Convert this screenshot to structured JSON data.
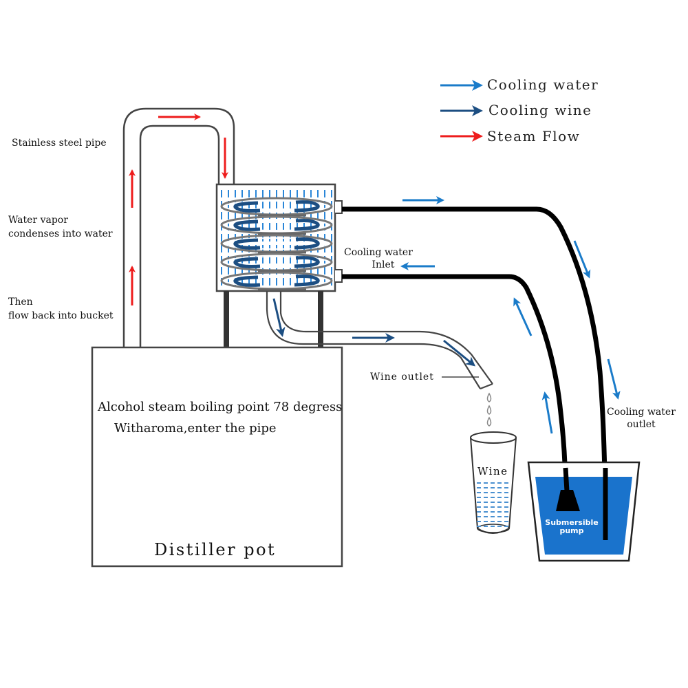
{
  "legend": {
    "items": [
      {
        "label": "Cooling water",
        "color": "#1a7bc9"
      },
      {
        "label": "Cooling wine",
        "color": "#1c4e82"
      },
      {
        "label": "Steam Flow",
        "color": "#ee1c1c"
      }
    ]
  },
  "labels": {
    "stainless_pipe": "Stainless steel pipe",
    "vapor_line1": "Water vapor",
    "vapor_line2": "condenses into water",
    "then_line1": "Then",
    "then_line2": "flow back into bucket",
    "inlet_line1": "Cooling water",
    "inlet_line2": "Inlet",
    "outlet_line1": "Cooling water",
    "outlet_line2": "outlet",
    "wine_outlet": "Wine outlet",
    "wine": "Wine",
    "pump_line1": "Submersible",
    "pump_line2": "pump",
    "pot_line1": "Alcohol steam boiling point 78 degress",
    "pot_line2": "Witharoma,enter the pipe",
    "pot_title": "Distiller pot"
  },
  "colors": {
    "steam": "#ee1c1c",
    "cooling_water": "#1a7bc9",
    "cooling_wine": "#1c4e82",
    "bucket_water": "#1a73cc",
    "outline": "#444444",
    "hose": "#000000"
  }
}
